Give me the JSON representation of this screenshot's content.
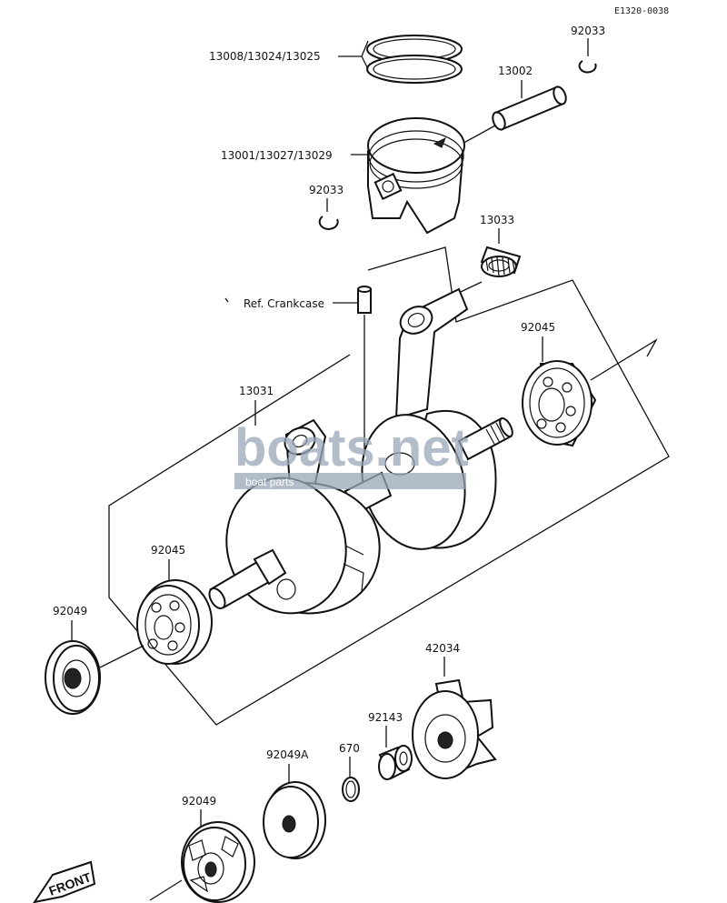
{
  "diagram_code": "E1320-0038",
  "labels": {
    "rings": "13008/13024/13025",
    "circlip_top": "92033",
    "pin": "13002",
    "piston": "13001/13027/13029",
    "circlip_left": "92033",
    "needle_bearing": "13033",
    "ref_crankcase": "Ref. Crankcase",
    "crankshaft": "13031",
    "bearing_right": "92045",
    "bearing_left": "92045",
    "seal_left": "92049",
    "impeller": "42034",
    "collar": "92143",
    "oring": "670",
    "seal_a": "92049A",
    "seal_bottom": "92049"
  },
  "watermark": {
    "logo": "boats.net",
    "tagline": "boat parts"
  },
  "front_marker": "FRONT"
}
